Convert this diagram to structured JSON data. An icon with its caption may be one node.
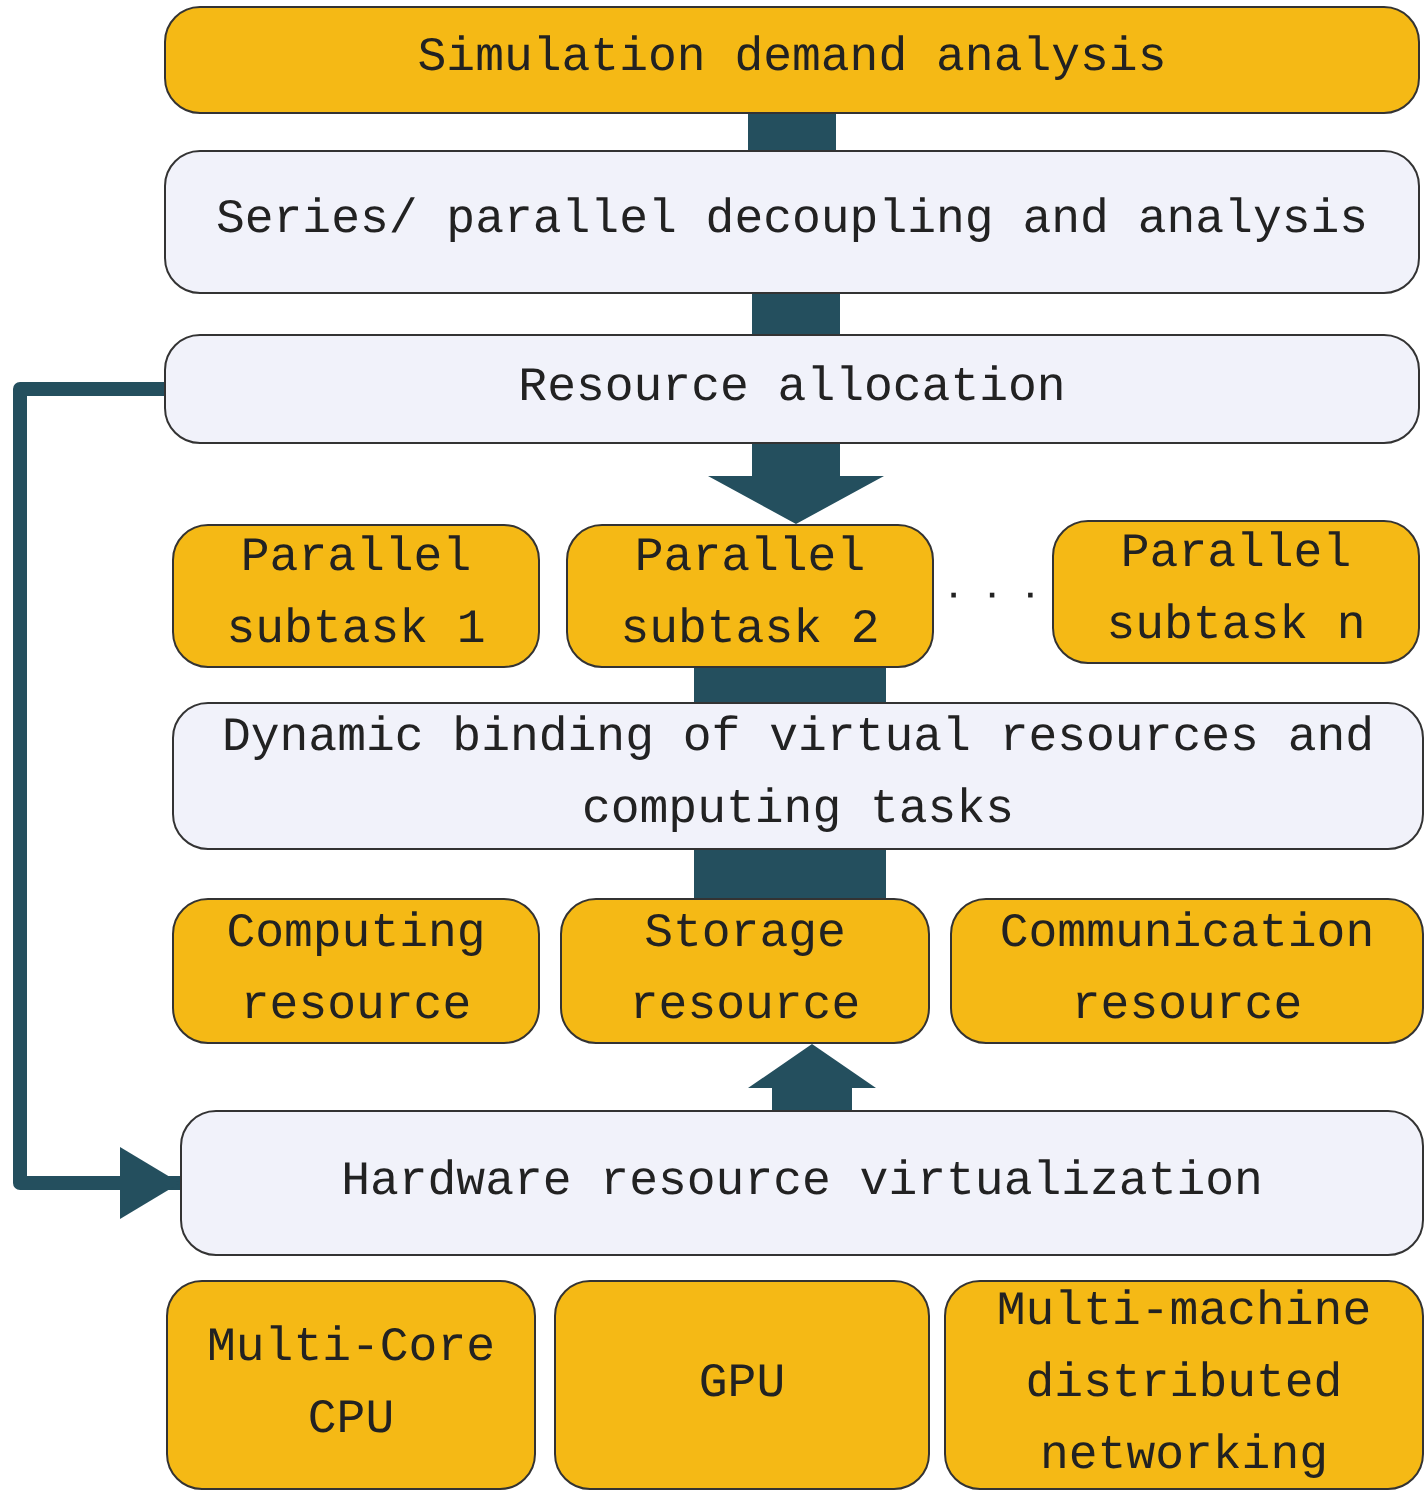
{
  "diagram": {
    "nodes": [
      {
        "text": [
          "Simulation demand analysis"
        ]
      },
      {
        "text": [
          "Series/ parallel decoupling and analysis"
        ]
      },
      {
        "text": [
          "Resource allocation"
        ]
      },
      {
        "text": [
          "Parallel subtask 1"
        ]
      },
      {
        "text": [
          "Parallel subtask 2"
        ]
      },
      {
        "text": [
          "Parallel subtask n"
        ]
      },
      {
        "text": [
          "Dynamic binding of virtual resources and computing tasks"
        ]
      },
      {
        "text": [
          "Computing resource"
        ]
      },
      {
        "text": [
          "Storage resource"
        ]
      },
      {
        "text": [
          "Communication resource"
        ]
      },
      {
        "text": [
          "Hardware resource virtualization"
        ]
      },
      {
        "text": [
          "Multi-Core CPU"
        ]
      },
      {
        "text": [
          "GPU"
        ]
      },
      {
        "text": [
          "Multi-machine distributed networking"
        ]
      }
    ],
    "edges": [
      {
        "from": 0,
        "to": 1,
        "arrow": "none",
        "style": "thick"
      },
      {
        "from": 1,
        "to": 2,
        "arrow": "none",
        "style": "thick"
      },
      {
        "from": 2,
        "to": 4,
        "arrow": "to",
        "style": "thick"
      },
      {
        "from": 4,
        "to": 6,
        "arrow": "none",
        "style": "thick"
      },
      {
        "from": 6,
        "to": 8,
        "arrow": "none",
        "style": "thick"
      },
      {
        "from": 10,
        "to": 8,
        "arrow": "to",
        "style": "thick"
      },
      {
        "from": 2,
        "to": 10,
        "arrow": "to"
      }
    ],
    "labels": [
      "· · ·"
    ]
  }
}
